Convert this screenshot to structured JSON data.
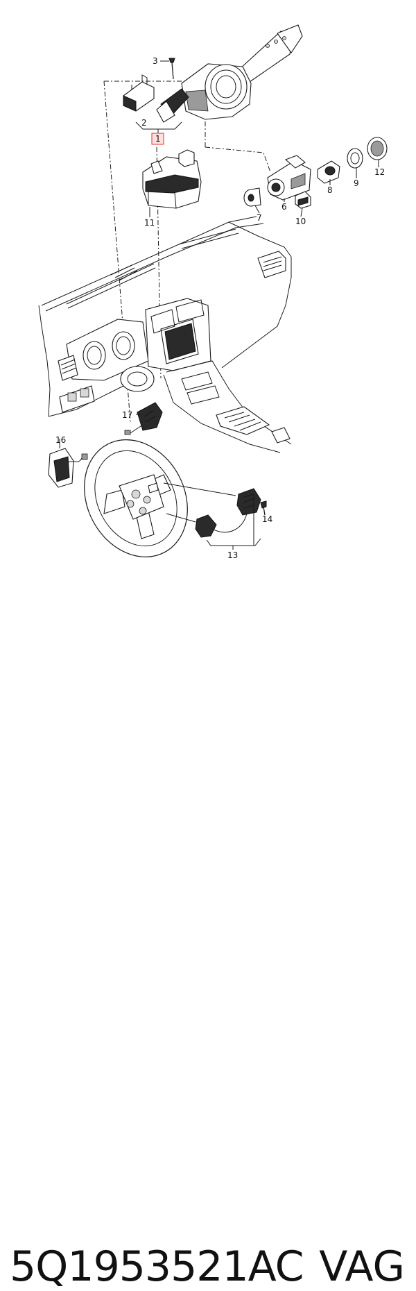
{
  "diagram": {
    "callouts": {
      "c1": "1",
      "c2": "2",
      "c3": "3",
      "c6": "6",
      "c7": "7",
      "c8": "8",
      "c9": "9",
      "c10": "10",
      "c11": "11",
      "c12": "12",
      "c13": "13",
      "c14": "14",
      "c16": "16",
      "c17": "17"
    },
    "highlight_color": "#e03030"
  },
  "caption": {
    "part_number": "5Q1953521AC",
    "brand": "VAG"
  }
}
